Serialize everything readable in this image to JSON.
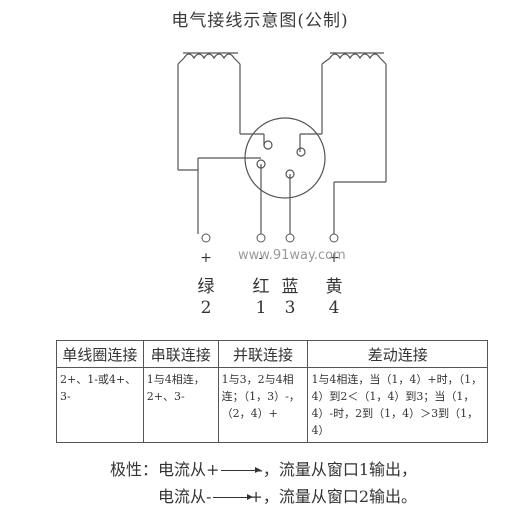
{
  "title": "电气接线示意图(公制)",
  "watermark": "www.91way.com",
  "terminals": [
    {
      "sign": "+",
      "name": "绿",
      "number": "2"
    },
    {
      "sign": "-",
      "name": "红",
      "number": "1"
    },
    {
      "sign": "",
      "name": "蓝",
      "number": "3"
    },
    {
      "sign": "+",
      "name": "黄",
      "number": "4"
    }
  ],
  "table": {
    "headers": [
      "单线圈连接",
      "串联连接",
      "并联连接",
      "差动连接"
    ],
    "cells": [
      "2+、1-或4+、3-",
      "1与4相连，2+、3-",
      "1与3，2与4相连；（1，3）-，（2，4）+",
      "1与4相连，当（1，4）+时，（1，4）到2＜（1，4）到3；当（1，4）-时，2到（1，4）＞3到（1，4）"
    ]
  },
  "polarity": {
    "line1_prefix": "极性：电流从+",
    "line1_arrow_end": "-",
    "line1_suffix": "，流量从窗口1输出，",
    "line2_prefix": "电流从-",
    "line2_arrow_end": "+",
    "line2_suffix": "，流量从窗口2输出。"
  }
}
